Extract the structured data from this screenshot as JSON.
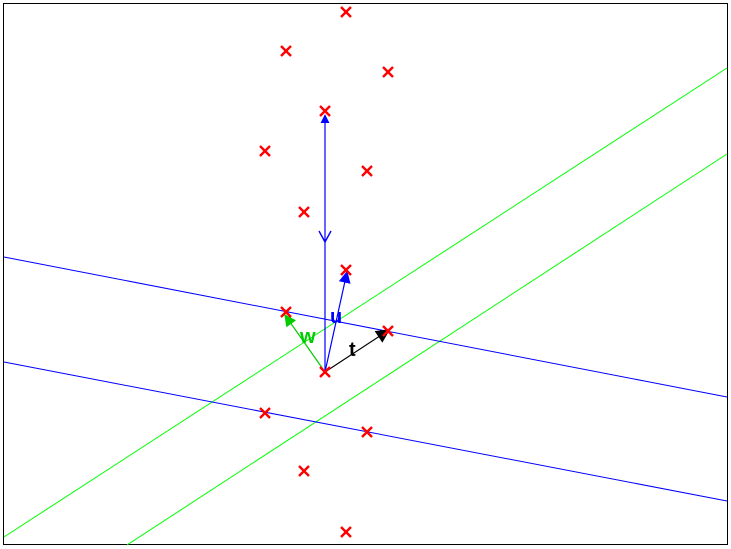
{
  "colors": {
    "points": "#ff0000",
    "blue_lines": "#0000ff",
    "green_lines": "#00ff00",
    "t_vector": "#000000",
    "w_vector": "#00cc00",
    "u_vector": "#0000ff"
  },
  "labels": {
    "u": "u",
    "w": "w",
    "t": "t"
  },
  "icons": {
    "point_marker": "x-mark"
  }
}
